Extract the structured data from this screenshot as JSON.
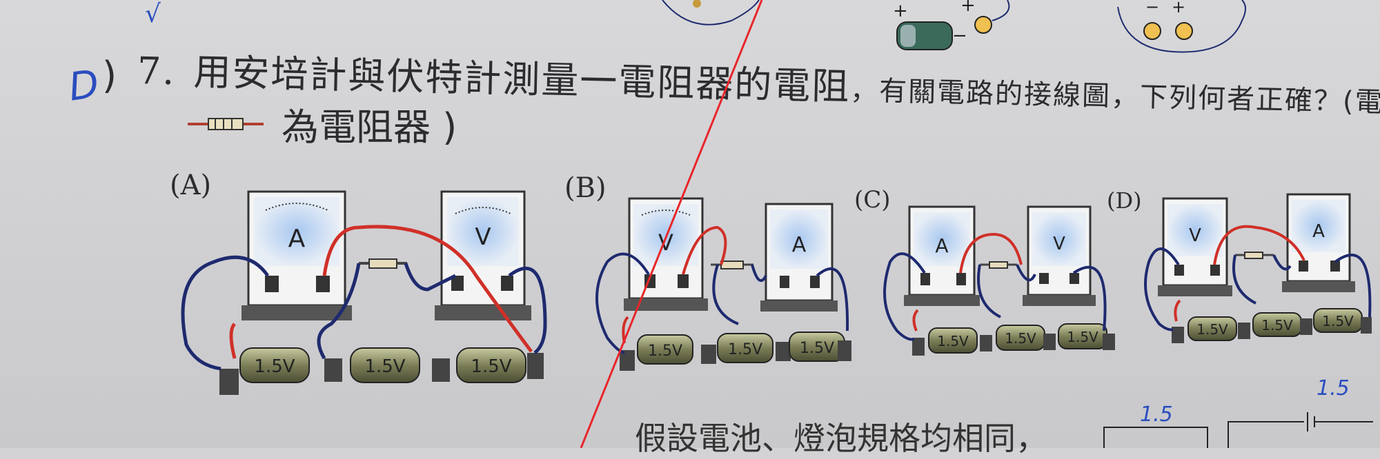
{
  "question": {
    "number": "7.",
    "answer_mark": "D",
    "open_paren": ")",
    "line1": "用安培計與伏特計測量一電阻器的電阻",
    "line1_rest": "，有關電路的接線圖，下列何者正確？(電路中的",
    "line2": "為電阻器 )",
    "check_mark": "√"
  },
  "options": [
    {
      "label": "(A)",
      "meter1": "A",
      "meter2": "V"
    },
    {
      "label": "(B)",
      "meter1": "V",
      "meter2": "A"
    },
    {
      "label": "(C)",
      "meter1": "A",
      "meter2": "V"
    },
    {
      "label": "(D)",
      "meter1": "V",
      "meter2": "A"
    }
  ],
  "battery_label": "1.5V",
  "bottom_text": "假設電池、燈泡規格均相同，",
  "hand_numbers": [
    "1.5",
    "1.5"
  ],
  "colors": {
    "ink": "#2c2c30",
    "pen_blue": "#2a4dbf",
    "red_line": "#e8262a",
    "wire_red": "#d03028",
    "wire_blue": "#1e2a6e"
  }
}
